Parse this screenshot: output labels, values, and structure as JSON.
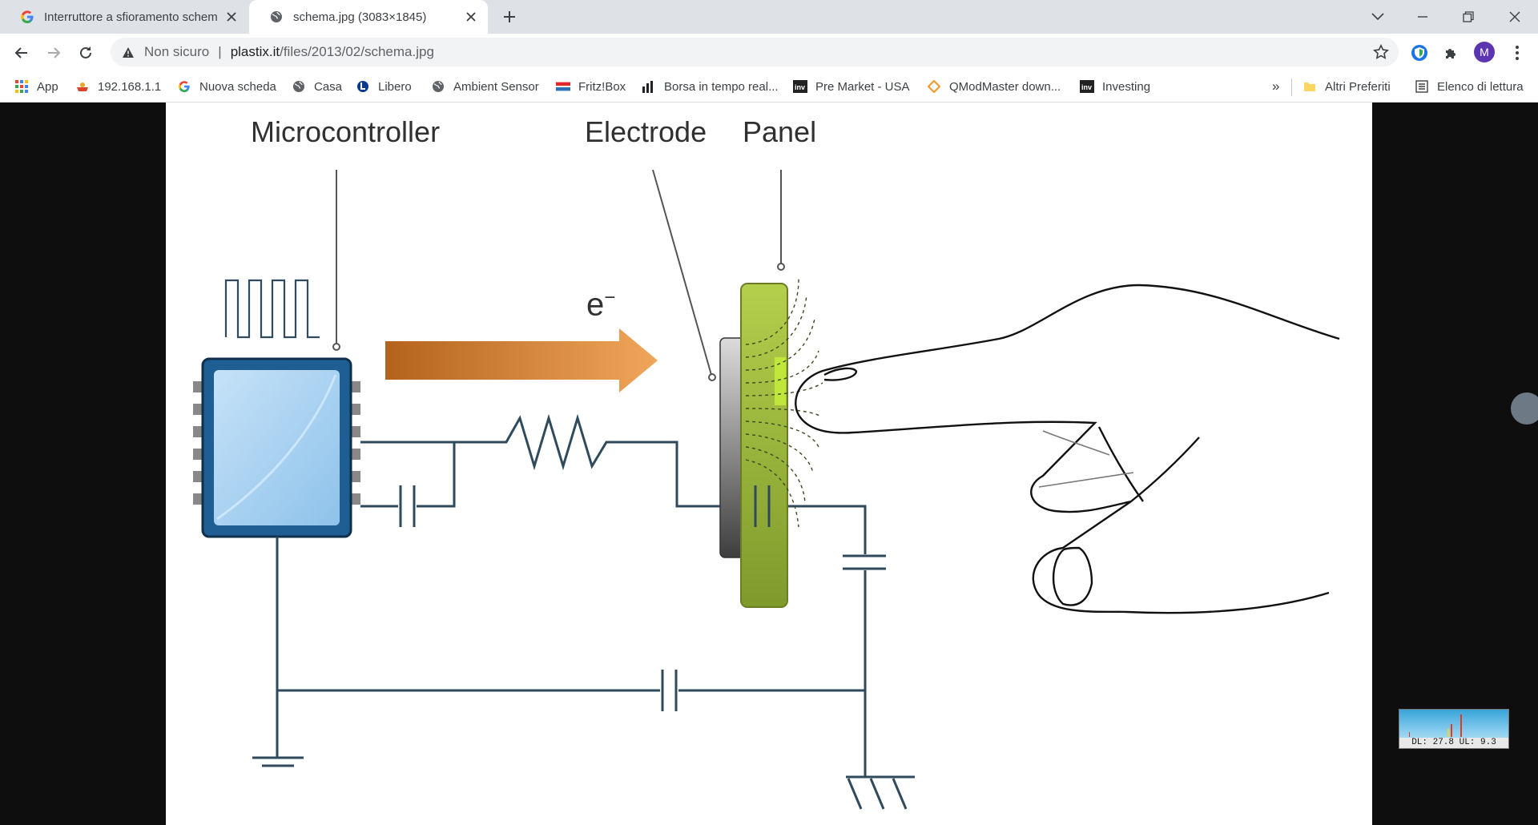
{
  "tabs": [
    {
      "title": "Interruttore a sfioramento schem",
      "favicon": "google-g-icon"
    },
    {
      "title": "schema.jpg (3083×1845)",
      "favicon": "globe-icon"
    }
  ],
  "toolbar": {
    "security_label": "Non sicuro",
    "separator": "|",
    "url_host": "plastix.it",
    "url_path": "/files/2013/02/schema.jpg",
    "avatar_letter": "M"
  },
  "bookmarks": [
    {
      "label": "App",
      "icon": "apps-grid-icon"
    },
    {
      "label": "192.168.1.1",
      "icon": "router-icon"
    },
    {
      "label": "Nuova scheda",
      "icon": "google-g-icon"
    },
    {
      "label": "Casa",
      "icon": "globe-icon"
    },
    {
      "label": "Libero",
      "icon": "libero-icon"
    },
    {
      "label": "Ambient Sensor",
      "icon": "globe-icon"
    },
    {
      "label": "Fritz!Box",
      "icon": "fritzbox-icon"
    },
    {
      "label": "Borsa in tempo real...",
      "icon": "bar-chart-icon"
    },
    {
      "label": "Pre Market - USA",
      "icon": "investing-icon"
    },
    {
      "label": "QModMaster down...",
      "icon": "diamond-icon"
    },
    {
      "label": "Investing",
      "icon": "investing-icon"
    }
  ],
  "bookmarks_overflow": "»",
  "other_bookmarks": {
    "label": "Altri Preferiti",
    "icon": "folder-icon"
  },
  "reading_list": {
    "label": "Elenco di lettura",
    "icon": "reading-list-icon"
  },
  "image_labels": {
    "microcontroller": "Microcontroller",
    "electrode": "Electrode",
    "panel": "Panel",
    "electron": "e"
  },
  "speed_meter": {
    "text": "DL: 27.8 UL: 9.3"
  },
  "colors": {
    "chip_blue": "#1f5e92",
    "arrow_dark": "#b4631d",
    "arrow_light": "#f0a65a",
    "panel_green": "#94b43a",
    "wire": "#2f4a5c"
  }
}
